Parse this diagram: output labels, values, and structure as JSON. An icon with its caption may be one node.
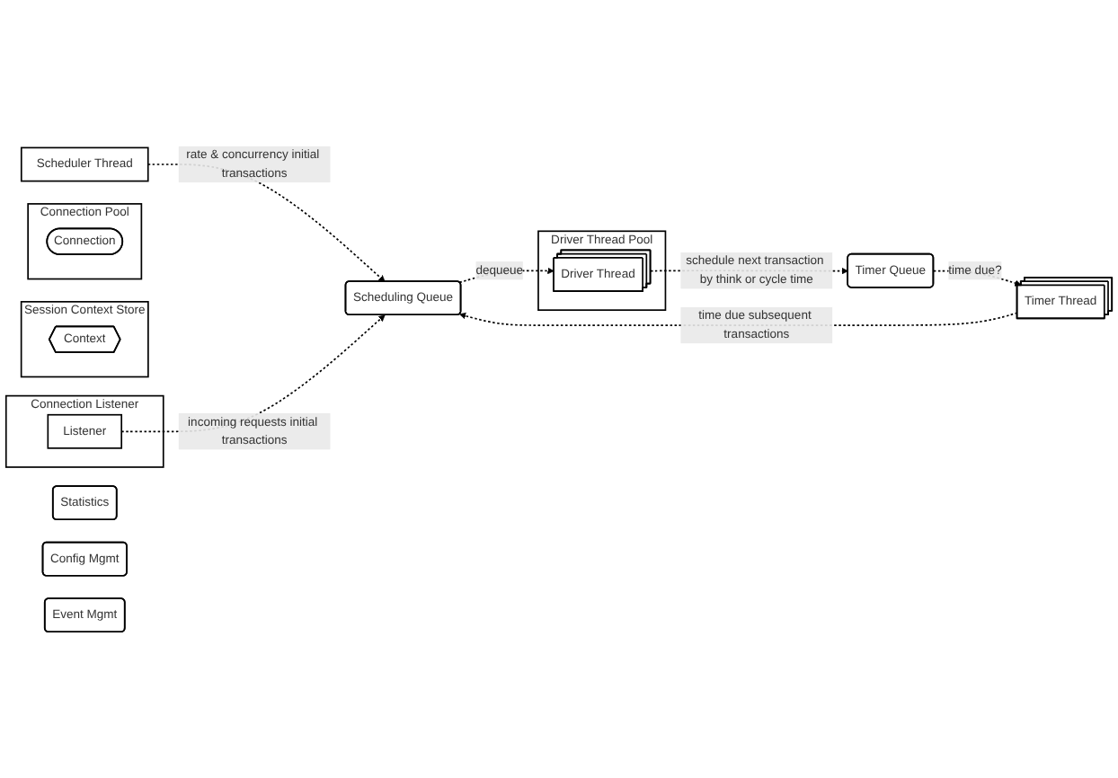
{
  "diagram": {
    "nodes": [
      {
        "text": [
          "Scheduler Thread"
        ]
      },
      {
        "text": [
          "Timer Thread"
        ]
      },
      {
        "text": [
          "Timer Queue"
        ]
      },
      {
        "text": [
          "Session Context Store"
        ]
      },
      {
        "text": [
          "Context"
        ],
        "in": 3
      },
      {
        "text": [
          "Connection Pool"
        ]
      },
      {
        "text": [
          "Connection"
        ],
        "in": 5
      },
      {
        "text": [
          "Connection Listener"
        ]
      },
      {
        "text": [
          "Listener"
        ],
        "in": 7
      },
      {
        "text": [
          "Scheduling Queue"
        ]
      },
      {
        "text": [
          "Driver Thread Pool"
        ]
      },
      {
        "text": [
          "Driver Thread"
        ],
        "in": 10
      },
      {
        "text": [
          "Statistics"
        ]
      },
      {
        "text": [
          "Config Mgmt"
        ]
      },
      {
        "text": [
          "Event Mgmt"
        ]
      }
    ],
    "edges": [
      {
        "from": 0,
        "to": 9,
        "arrow": "to",
        "label": "rate & concurrency initial transactions",
        "style": "dashed"
      },
      {
        "from": 2,
        "to": 1,
        "arrow": "to",
        "label": "time due?",
        "style": "dashed"
      },
      {
        "from": 1,
        "to": 9,
        "arrow": "to",
        "label": "time due subsequent transactions",
        "style": "dashed"
      },
      {
        "from": 8,
        "to": 9,
        "arrow": "to",
        "label": "incoming requests initial transactions",
        "style": "dashed"
      },
      {
        "from": 9,
        "to": 11,
        "arrow": "to",
        "label": "dequeue",
        "style": "dashed"
      },
      {
        "from": 11,
        "to": 2,
        "arrow": "to",
        "label": "schedule next transaction by think or cycle time",
        "style": "dashed"
      }
    ]
  }
}
